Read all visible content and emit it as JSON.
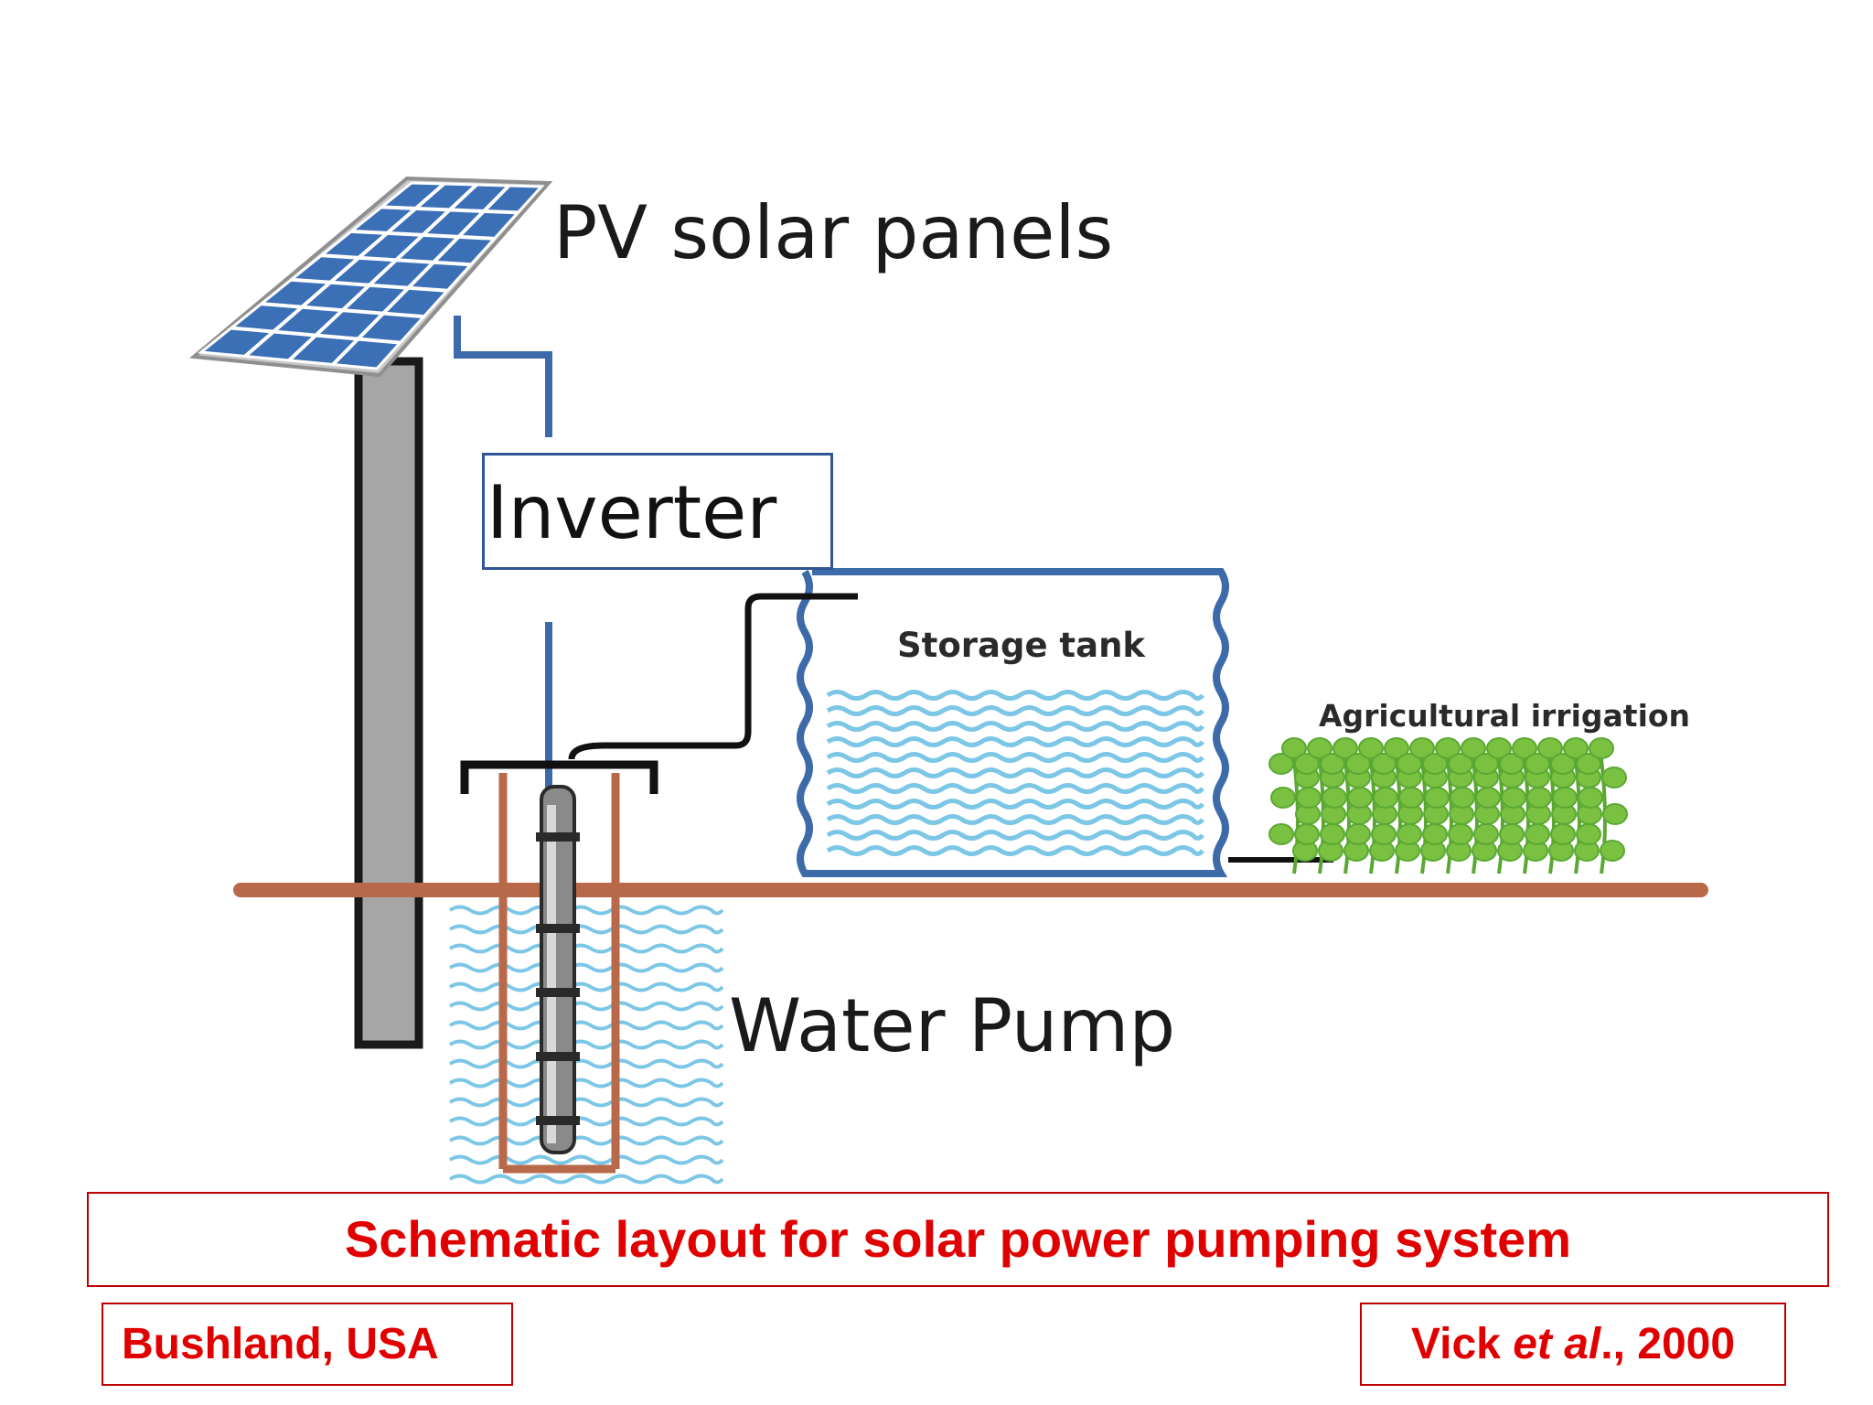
{
  "labels": {
    "pv_panels": "PV solar panels",
    "inverter": "Inverter",
    "storage_tank": "Storage tank",
    "irrigation": "Agricultural irrigation",
    "water_pump": "Water Pump"
  },
  "caption": "Schematic layout for solar power pumping system",
  "location": "Bushland, USA",
  "citation": {
    "author": "Vick ",
    "etal": "et al",
    "rest": "., 2000"
  },
  "colors": {
    "panel_blue": "#3b6fb6",
    "wire_blue": "#3d6aa9",
    "ground_brown": "#b8694a",
    "water_cyan": "#7cc6e6",
    "plant_green": "#7ac142",
    "caption_red": "#e00000"
  }
}
